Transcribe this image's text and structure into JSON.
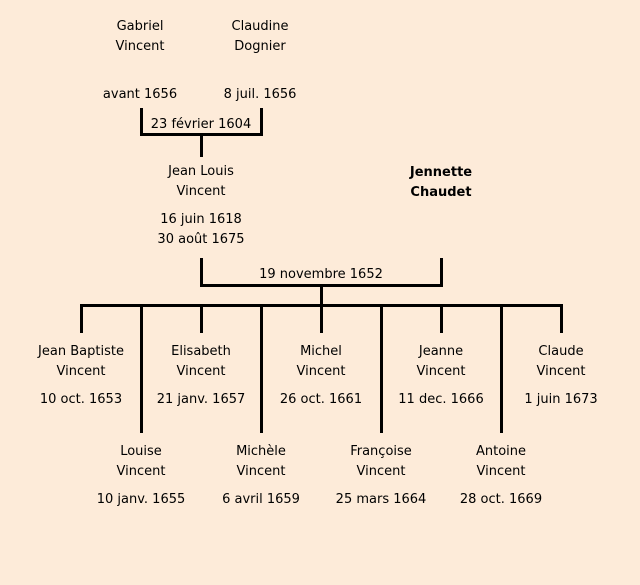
{
  "grandparents": {
    "father": {
      "first": "Gabriel",
      "last": "Vincent",
      "date": "avant 1656"
    },
    "mother": {
      "first": "Claudine",
      "last": "Dognier",
      "date": "8 juil. 1656"
    },
    "marriage": "23 février 1604"
  },
  "parents": {
    "father": {
      "first": "Jean Louis",
      "last": "Vincent",
      "birth": "16 juin 1618",
      "death": "30 août 1675"
    },
    "mother": {
      "first": "Jennette",
      "last": "Chaudet"
    },
    "marriage": "19 novembre 1652"
  },
  "children": [
    {
      "first": "Jean Baptiste",
      "last": "Vincent",
      "date": "10 oct. 1653"
    },
    {
      "first": "Louise",
      "last": "Vincent",
      "date": "10 janv. 1655"
    },
    {
      "first": "Elisabeth",
      "last": "Vincent",
      "date": "21 janv. 1657"
    },
    {
      "first": "Michèle",
      "last": "Vincent",
      "date": "6 avril 1659"
    },
    {
      "first": "Michel",
      "last": "Vincent",
      "date": "26 oct. 1661"
    },
    {
      "first": "Françoise",
      "last": "Vincent",
      "date": "25 mars 1664"
    },
    {
      "first": "Jeanne",
      "last": "Vincent",
      "date": "11 dec. 1666"
    },
    {
      "first": "Antoine",
      "last": "Vincent",
      "date": "28 oct. 1669"
    },
    {
      "first": "Claude",
      "last": "Vincent",
      "date": "1 juin 1673"
    }
  ]
}
